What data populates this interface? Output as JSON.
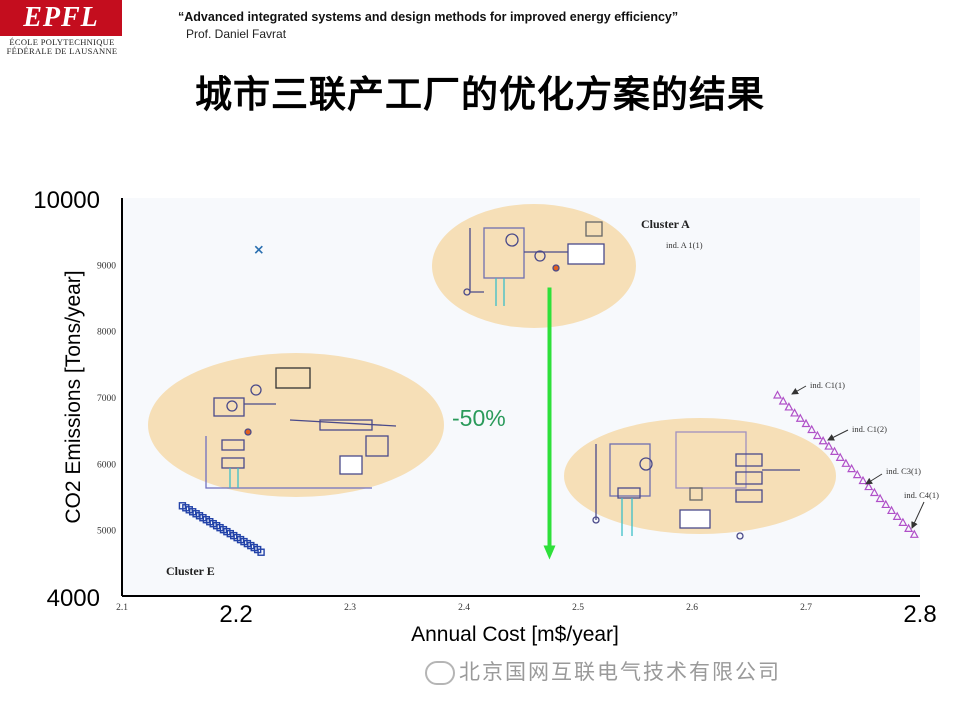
{
  "logo": {
    "mark": "EPFL",
    "line1": "ÉCOLE POLYTECHNIQUE",
    "line2": "FÉDÉRALE DE LAUSANNE"
  },
  "header": {
    "title": "“Advanced integrated systems and design methods for improved energy efficiency”",
    "author": "Prof. Daniel Favrat"
  },
  "slide_title": "城市三联产工厂的优化方案的结果",
  "chart_data": {
    "type": "scatter",
    "xlabel": "Annual Cost   [m$/year]",
    "ylabel": "CO2 Emissions [Tons/year]",
    "xlim": [
      2.1,
      2.8
    ],
    "ylim": [
      4000,
      10000
    ],
    "x_ticks_major": [
      "2.2",
      "2.8"
    ],
    "x_ticks_minor": [
      "2.1",
      "2.3",
      "2.4",
      "2.5",
      "2.6",
      "2.7"
    ],
    "y_ticks_major": [
      "10000",
      "4000"
    ],
    "y_ticks_minor": [
      "9000",
      "8000",
      "7000",
      "6000",
      "5000"
    ],
    "reduction_label": "-50%",
    "clusters": {
      "a": "Cluster A",
      "e": "Cluster E"
    },
    "annotations": {
      "a1": "ind. A 1(1)",
      "c1_1": "ind. C1(1)",
      "c1_2": "ind. C1(2)",
      "c3_1": "ind. C3(1)",
      "c4_1": "ind. C4(1)"
    },
    "arrow": {
      "x": 2.475,
      "y_start": 8650,
      "y_end": 4550
    },
    "series": [
      {
        "marker": "x",
        "color": "#2a6fb0",
        "x": [
          2.22
        ],
        "y": [
          9220
        ]
      },
      {
        "marker": "square",
        "color": "#2242a8",
        "x": [
          2.153,
          2.156,
          2.159,
          2.162,
          2.165,
          2.168,
          2.171,
          2.174,
          2.177,
          2.18,
          2.183,
          2.186,
          2.189,
          2.192,
          2.195,
          2.198,
          2.201,
          2.204,
          2.207,
          2.21,
          2.213,
          2.216,
          2.219,
          2.222
        ],
        "y": [
          5360,
          5330,
          5300,
          5270,
          5240,
          5210,
          5180,
          5150,
          5120,
          5090,
          5060,
          5030,
          5000,
          4970,
          4940,
          4910,
          4880,
          4850,
          4820,
          4790,
          4760,
          4730,
          4700,
          4660
        ]
      },
      {
        "marker": "triangle",
        "color": "#b050c8",
        "x": [
          2.675,
          2.68,
          2.685,
          2.69,
          2.695,
          2.7,
          2.705,
          2.71,
          2.715,
          2.72,
          2.725,
          2.73,
          2.735,
          2.74,
          2.745,
          2.75,
          2.755,
          2.76,
          2.765,
          2.77,
          2.775,
          2.78,
          2.785,
          2.79,
          2.795
        ],
        "y": [
          7030,
          6940,
          6850,
          6760,
          6680,
          6600,
          6510,
          6420,
          6340,
          6260,
          6180,
          6090,
          6000,
          5920,
          5830,
          5740,
          5650,
          5560,
          5470,
          5380,
          5290,
          5200,
          5110,
          5020,
          4930
        ]
      }
    ]
  },
  "watermark": "北京国网互联电气技术有限公司"
}
